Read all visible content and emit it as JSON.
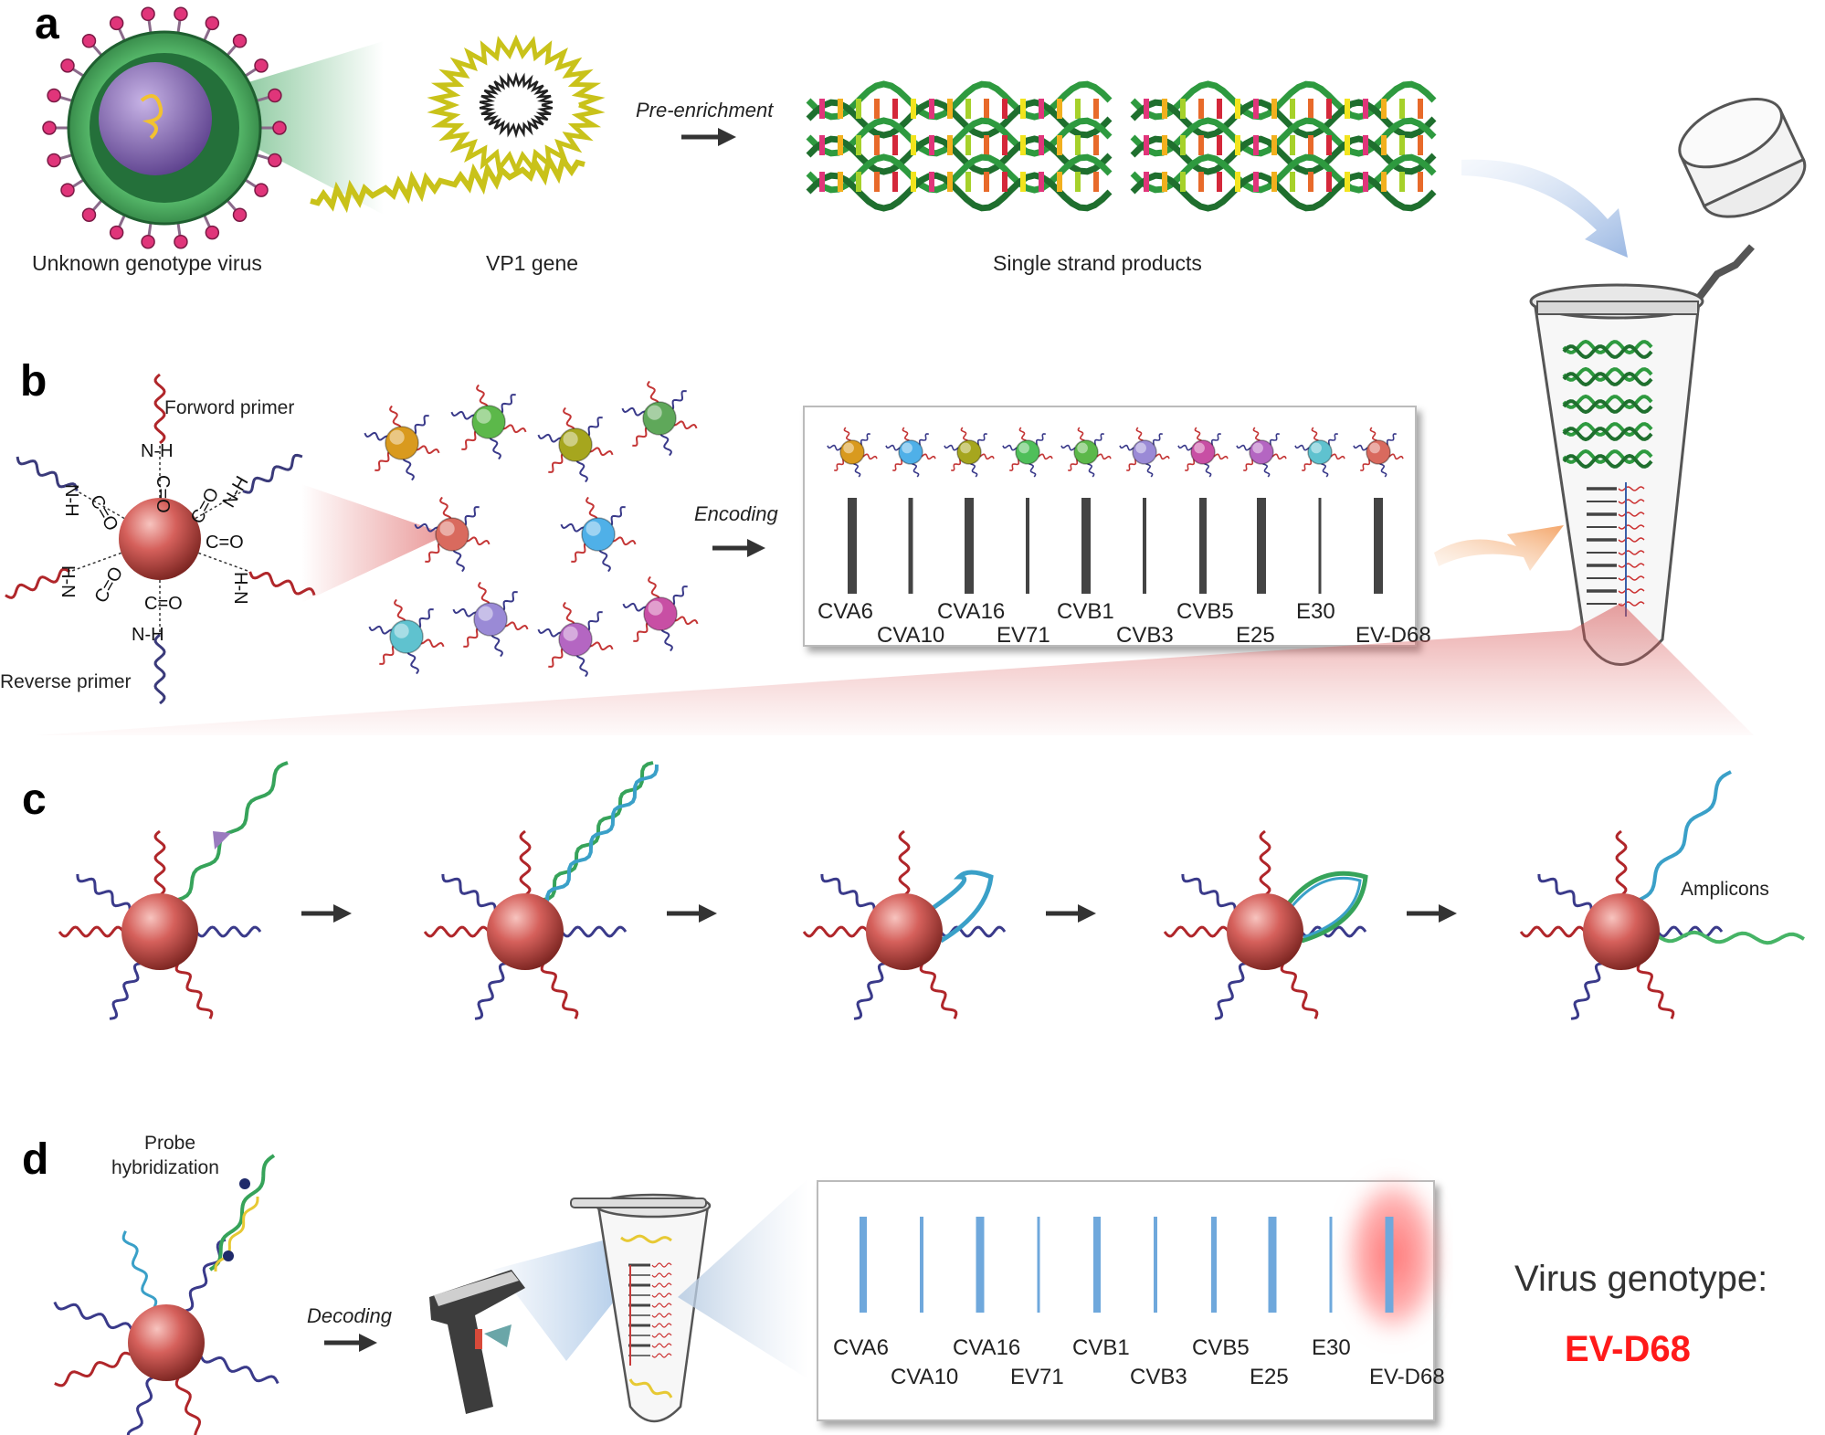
{
  "panels": {
    "a": "a",
    "b": "b",
    "c": "c",
    "d": "d"
  },
  "panel_a": {
    "virus_caption": "Unknown genotype virus",
    "gene_caption": "VP1 gene",
    "step_label": "Pre-enrichment",
    "products_caption": "Single strand products"
  },
  "panel_b": {
    "forward_primer": "Forword primer",
    "reverse_primer": "Reverse primer",
    "bond_nh": "N-H",
    "bond_hn": "H-N",
    "bond_co": "C=O",
    "step_label": "Encoding",
    "barcode_labels_top": [
      "CVA6",
      "CVA16",
      "CVB1",
      "CVB5",
      "E30"
    ],
    "barcode_labels_bottom": [
      "CVA10",
      "EV71",
      "CVB3",
      "E25",
      "EV-D68"
    ],
    "bead_colors": [
      "#d99a1e",
      "#4fb0e8",
      "#a6a61e",
      "#4fbf5a",
      "#5cb84a",
      "#9a8ad6",
      "#c84fa4",
      "#b466c2",
      "#5fc2cf",
      "#d96a5e"
    ]
  },
  "panel_c": {
    "amplicons_label": "Amplicons"
  },
  "panel_d": {
    "probe_label_line1": "Probe",
    "probe_label_line2": "hybridization",
    "step_label": "Decoding",
    "barcode_labels_top": [
      "CVA6",
      "CVA16",
      "CVB1",
      "CVB5",
      "E30"
    ],
    "barcode_labels_bottom": [
      "CVA10",
      "EV71",
      "CVB3",
      "E25",
      "EV-D68"
    ],
    "highlight_color": "#ff6b6b",
    "result_heading": "Virus genotype:",
    "result_value": "EV-D68",
    "result_color": "#ff1a1a"
  }
}
